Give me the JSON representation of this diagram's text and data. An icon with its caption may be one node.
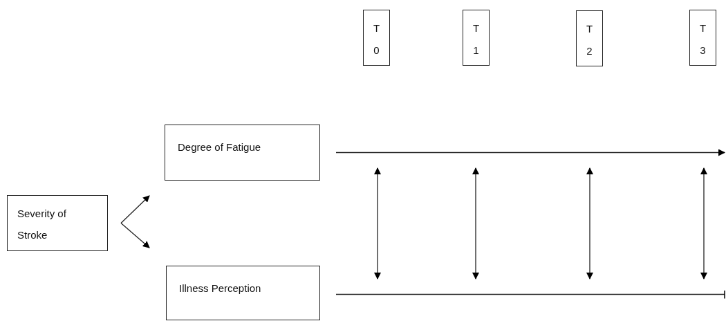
{
  "diagram": {
    "nodes": [
      {
        "text": [
          "T 0"
        ]
      },
      {
        "text": [
          "T 1"
        ]
      },
      {
        "text": [
          "T 2"
        ]
      },
      {
        "text": [
          "T 3"
        ]
      },
      {
        "text": [
          "Severity of Stroke"
        ]
      },
      {
        "text": [
          "Degree of Fatigue"
        ]
      },
      {
        "text": [
          "Illness Perception"
        ]
      }
    ],
    "edges": [
      {
        "from": 4,
        "to": 5,
        "arrow": "to"
      },
      {
        "from": 4,
        "to": 6,
        "arrow": "to"
      },
      {
        "from": 5,
        "to": null,
        "arrow": "to"
      },
      {
        "from": 6,
        "to": null,
        "arrow": "other"
      }
    ]
  }
}
